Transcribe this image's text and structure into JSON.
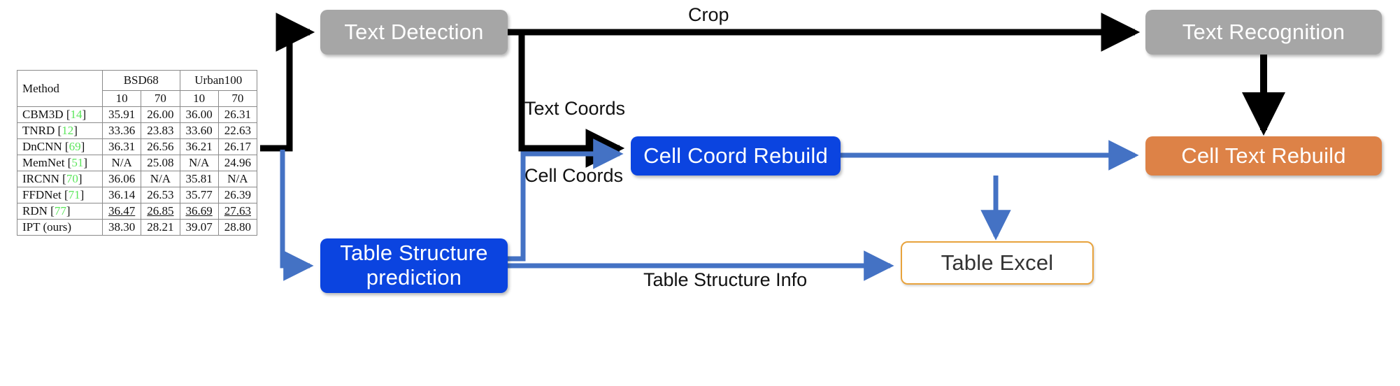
{
  "diagram": {
    "type": "flowchart",
    "nodes": [
      {
        "id": "text-detection",
        "label": "Text Detection",
        "color": "#a6a6a6",
        "text_color": "#ffffff",
        "style": "filled-gray"
      },
      {
        "id": "text-recognition",
        "label": "Text Recognition",
        "color": "#a6a6a6",
        "text_color": "#ffffff",
        "style": "filled-gray"
      },
      {
        "id": "cell-coord-rebuild",
        "label": "Cell Coord Rebuild",
        "color": "#0b44e0",
        "text_color": "#ffffff",
        "style": "filled-blue"
      },
      {
        "id": "cell-text-rebuild",
        "label": "Cell Text Rebuild",
        "color": "#dd8247",
        "text_color": "#ffffff",
        "style": "filled-orange"
      },
      {
        "id": "table-structure-prediction",
        "label": "Table Structure prediction",
        "label_line1": "Table Structure",
        "label_line2": "prediction",
        "color": "#0b44e0",
        "text_color": "#ffffff",
        "style": "filled-blue"
      },
      {
        "id": "table-excel",
        "label": "Table Excel",
        "color": "#ffffff",
        "text_color": "#333333",
        "border_color": "#e8a33d",
        "style": "outlined"
      }
    ],
    "edge_labels": {
      "crop": "Crop",
      "text_coords": "Text Coords",
      "cell_coords": "Cell Coords",
      "table_structure_info": "Table Structure Info"
    },
    "edges": [
      {
        "from": "input-table",
        "to": "text-detection",
        "color": "#000000"
      },
      {
        "from": "text-detection",
        "to": "text-recognition",
        "label": "Crop",
        "color": "#000000"
      },
      {
        "from": "text-detection",
        "to": "cell-coord-rebuild",
        "label": "Text Coords",
        "color": "#000000"
      },
      {
        "from": "text-recognition",
        "to": "cell-text-rebuild",
        "color": "#000000"
      },
      {
        "from": "cell-coord-rebuild",
        "to": "cell-text-rebuild",
        "color": "#4472c4"
      },
      {
        "from": "input-table",
        "to": "table-structure-prediction",
        "color": "#4472c4"
      },
      {
        "from": "table-structure-prediction",
        "to": "cell-coord-rebuild",
        "label": "Cell Coords",
        "color": "#4472c4"
      },
      {
        "from": "cell-text-rebuild",
        "to": "table-excel",
        "color": "#4472c4"
      },
      {
        "from": "table-structure-prediction",
        "to": "table-excel",
        "label": "Table Structure Info",
        "color": "#4472c4"
      }
    ],
    "colors": {
      "gray": "#a6a6a6",
      "blue": "#0b44e0",
      "orange": "#dd8247",
      "excel_border": "#e8a33d",
      "black_arrow": "#000000",
      "blue_arrow": "#4472c4"
    }
  },
  "input_table": {
    "caption": "",
    "group_headers": [
      {
        "label": "Method",
        "span": 1,
        "rowspan": 2
      },
      {
        "label": "BSD68",
        "span": 2
      },
      {
        "label": "Urban100",
        "span": 2
      }
    ],
    "sub_headers": [
      "10",
      "70",
      "10",
      "70"
    ],
    "columns": [
      "Method",
      "BSD68 10",
      "BSD68 70",
      "Urban100 10",
      "Urban100 70"
    ],
    "rows": [
      {
        "method": "CBM3D",
        "ref": "14",
        "values": [
          "35.91",
          "26.00",
          "36.00",
          "26.31"
        ],
        "style": "normal"
      },
      {
        "method": "TNRD",
        "ref": "12",
        "values": [
          "33.36",
          "23.83",
          "33.60",
          "22.63"
        ],
        "style": "normal"
      },
      {
        "method": "DnCNN",
        "ref": "69",
        "values": [
          "36.31",
          "26.56",
          "36.21",
          "26.17"
        ],
        "style": "normal"
      },
      {
        "method": "MemNet",
        "ref": "51",
        "values": [
          "N/A",
          "25.08",
          "N/A",
          "24.96"
        ],
        "style": "normal"
      },
      {
        "method": "IRCNN",
        "ref": "70",
        "values": [
          "36.06",
          "N/A",
          "35.81",
          "N/A"
        ],
        "style": "normal"
      },
      {
        "method": "FFDNet",
        "ref": "71",
        "values": [
          "36.14",
          "26.53",
          "35.77",
          "26.39"
        ],
        "style": "normal"
      },
      {
        "method": "RDN",
        "ref": "77",
        "values": [
          "36.47",
          "26.85",
          "36.69",
          "27.63"
        ],
        "style": "underline"
      },
      {
        "method": "IPT (ours)",
        "ref": "",
        "values": [
          "38.30",
          "28.21",
          "39.07",
          "28.80"
        ],
        "style": "bold"
      }
    ],
    "ref_color": "#5ce65c"
  }
}
